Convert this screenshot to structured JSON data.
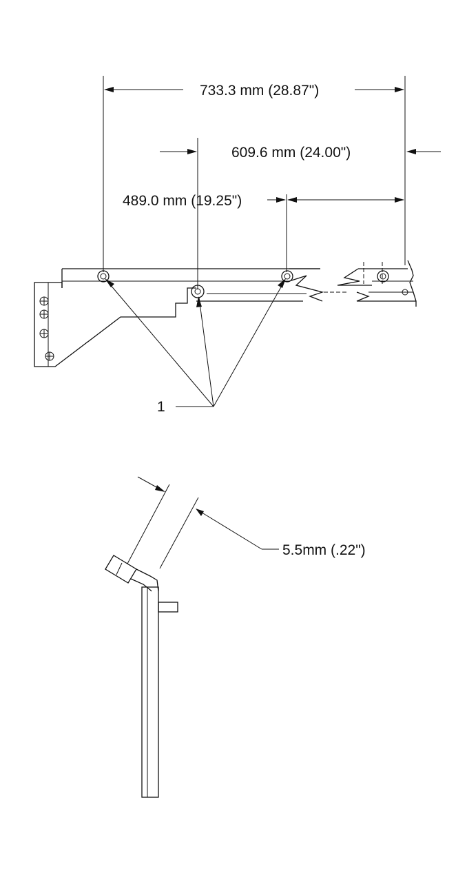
{
  "dimensions": {
    "overall": "733.3 mm (28.87\")",
    "middle": "609.6 mm (24.00\")",
    "inner": "489.0 mm (19.25\")",
    "gap": "5.5mm (.22\")"
  },
  "callouts": {
    "item_1": "1"
  }
}
